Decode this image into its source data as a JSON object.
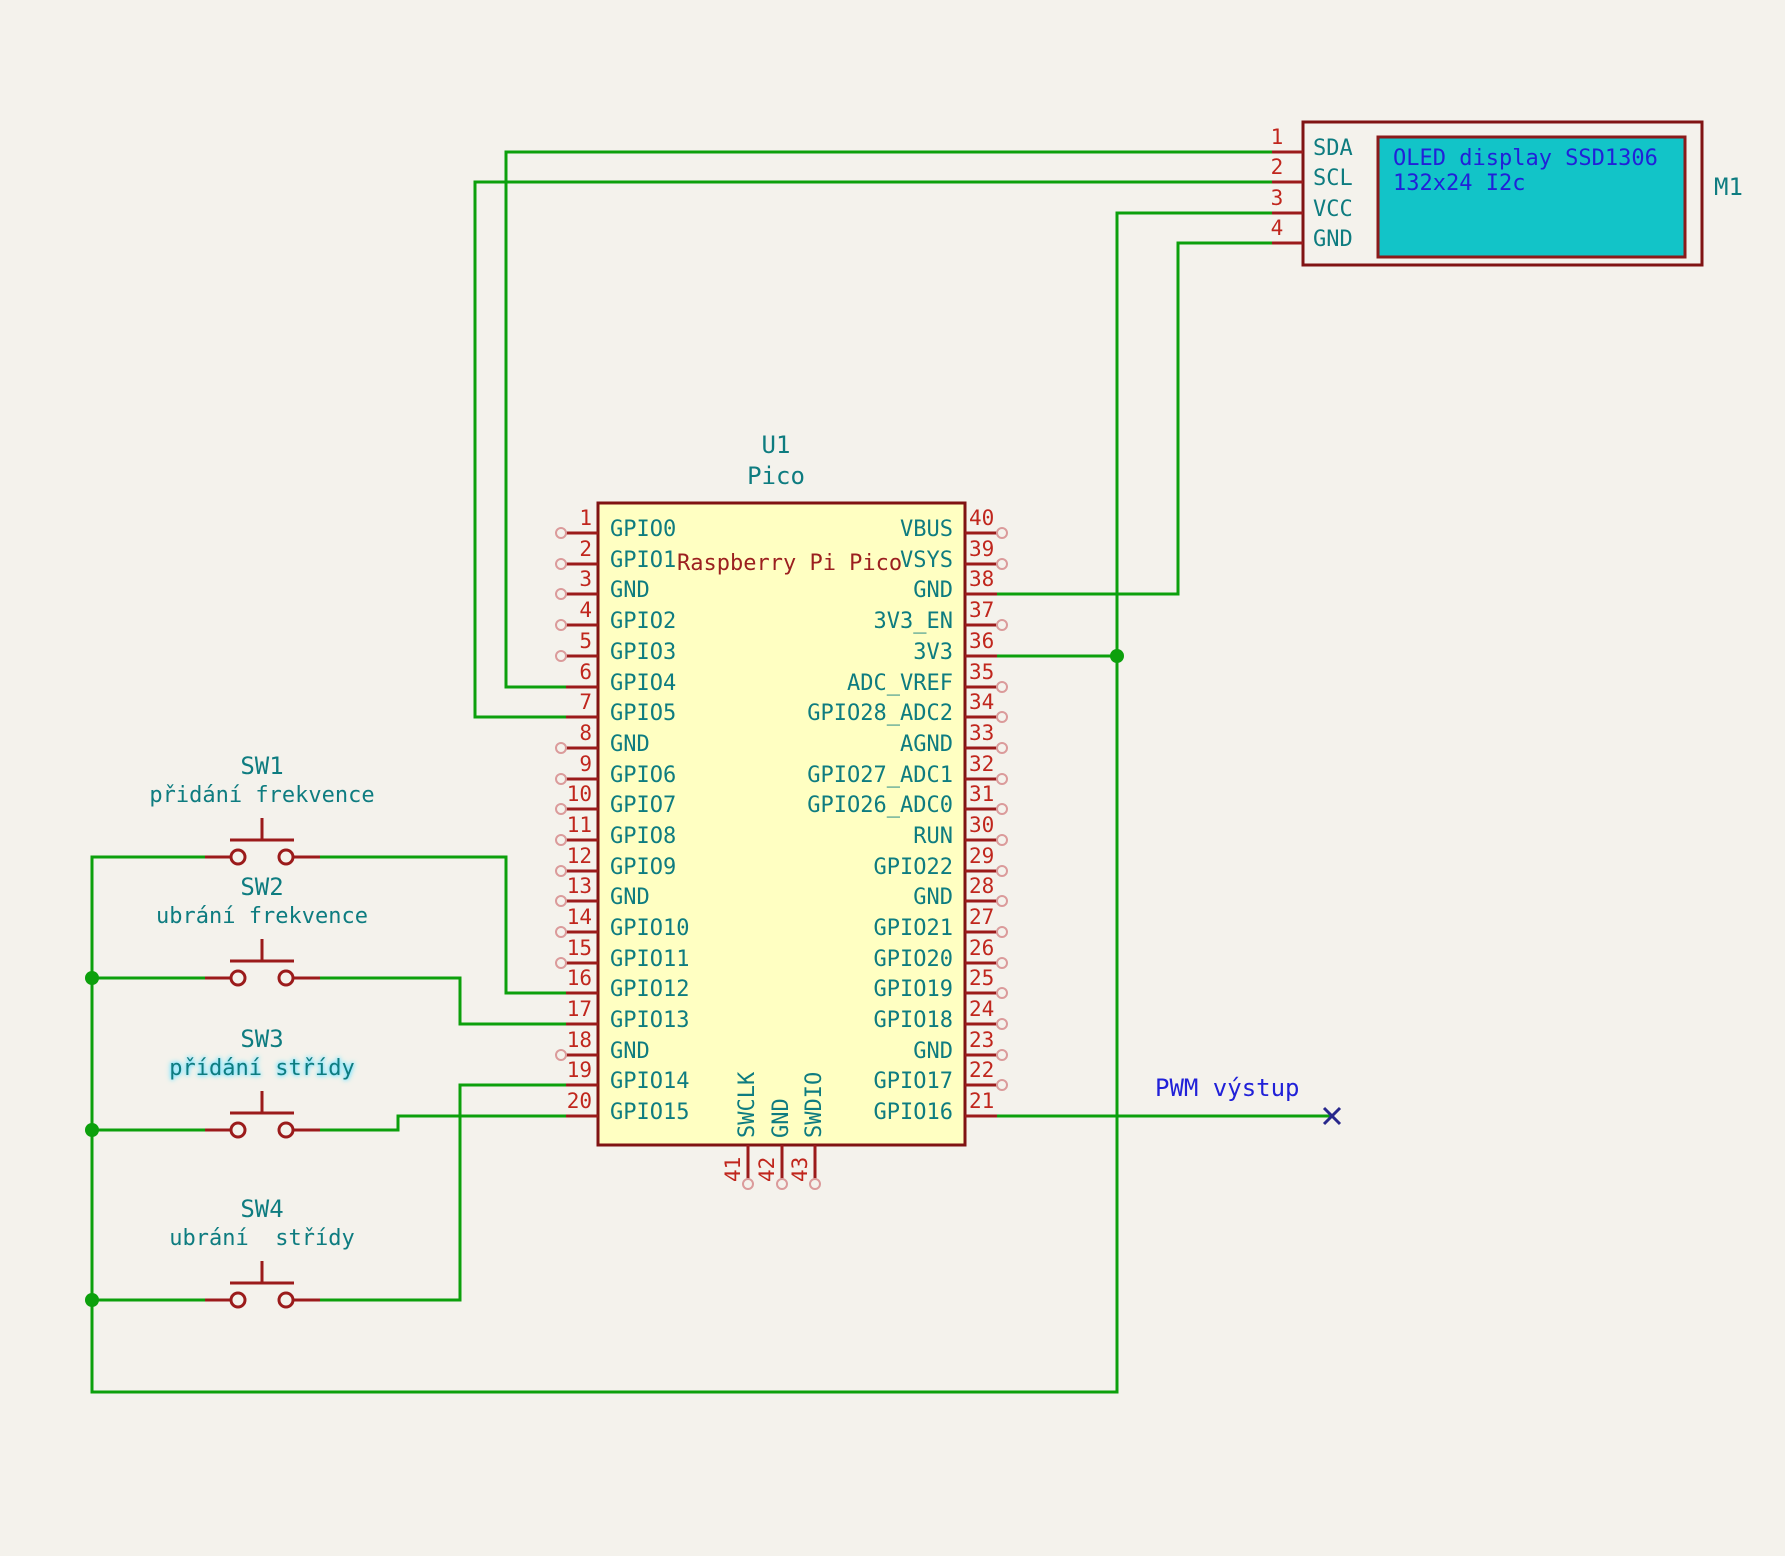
{
  "schematic": {
    "oled": {
      "ref": "M1",
      "display_line1": "OLED display SSD1306",
      "display_line2": "132x24 I2c",
      "pins": [
        {
          "num": "1",
          "name": "SDA"
        },
        {
          "num": "2",
          "name": "SCL"
        },
        {
          "num": "3",
          "name": "VCC"
        },
        {
          "num": "4",
          "name": "GND"
        }
      ]
    },
    "pico": {
      "ref": "U1",
      "value": "Pico",
      "body_label": "Raspberry Pi Pico",
      "rows": [
        {
          "ln": "1",
          "lname": "GPIO0",
          "rname": "VBUS",
          "rn": "40"
        },
        {
          "ln": "2",
          "lname": "GPIO1",
          "rname": "VSYS",
          "rn": "39"
        },
        {
          "ln": "3",
          "lname": "GND",
          "rname": "GND",
          "rn": "38"
        },
        {
          "ln": "4",
          "lname": "GPIO2",
          "rname": "3V3_EN",
          "rn": "37"
        },
        {
          "ln": "5",
          "lname": "GPIO3",
          "rname": "3V3",
          "rn": "36"
        },
        {
          "ln": "6",
          "lname": "GPIO4",
          "rname": "ADC_VREF",
          "rn": "35"
        },
        {
          "ln": "7",
          "lname": "GPIO5",
          "rname": "GPIO28_ADC2",
          "rn": "34"
        },
        {
          "ln": "8",
          "lname": "GND",
          "rname": "AGND",
          "rn": "33"
        },
        {
          "ln": "9",
          "lname": "GPIO6",
          "rname": "GPIO27_ADC1",
          "rn": "32"
        },
        {
          "ln": "10",
          "lname": "GPIO7",
          "rname": "GPIO26_ADC0",
          "rn": "31"
        },
        {
          "ln": "11",
          "lname": "GPIO8",
          "rname": "RUN",
          "rn": "30"
        },
        {
          "ln": "12",
          "lname": "GPIO9",
          "rname": "GPIO22",
          "rn": "29"
        },
        {
          "ln": "13",
          "lname": "GND",
          "rname": "GND",
          "rn": "28"
        },
        {
          "ln": "14",
          "lname": "GPIO10",
          "rname": "GPIO21",
          "rn": "27"
        },
        {
          "ln": "15",
          "lname": "GPIO11",
          "rname": "GPIO20",
          "rn": "26"
        },
        {
          "ln": "16",
          "lname": "GPIO12",
          "rname": "GPIO19",
          "rn": "25"
        },
        {
          "ln": "17",
          "lname": "GPIO13",
          "rname": "GPIO18",
          "rn": "24"
        },
        {
          "ln": "18",
          "lname": "GND",
          "rname": "GND",
          "rn": "23"
        },
        {
          "ln": "19",
          "lname": "GPIO14",
          "rname": "GPIO17",
          "rn": "22"
        },
        {
          "ln": "20",
          "lname": "GPIO15",
          "rname": "GPIO16",
          "rn": "21"
        }
      ],
      "bottom_pins": [
        {
          "num": "41",
          "name": "SWCLK"
        },
        {
          "num": "42",
          "name": "GND"
        },
        {
          "num": "43",
          "name": "SWDIO"
        }
      ]
    },
    "switches": [
      {
        "ref": "SW1",
        "desc": "přidání frekvence"
      },
      {
        "ref": "SW2",
        "desc": "ubrání frekvence"
      },
      {
        "ref": "SW3",
        "desc": "přídání střídy",
        "highlighted": "true"
      },
      {
        "ref": "SW4",
        "desc": "ubrání  střídy"
      }
    ],
    "net_labels": {
      "pwm_output": "PWM výstup"
    },
    "colors": {
      "background": "#F4F2EC",
      "wire_green": "#0CA00C",
      "component_outline": "#801313",
      "pin_number_red": "#C0261D",
      "pin_name_teal": "#0E7C80",
      "component_fill_yellow": "#FFFFC2",
      "display_fill_cyan": "#12C4C8",
      "display_text_blue": "#2121D8",
      "net_label_blue": "#2121D8",
      "highlight_cyan": "#7FE4FF"
    }
  }
}
